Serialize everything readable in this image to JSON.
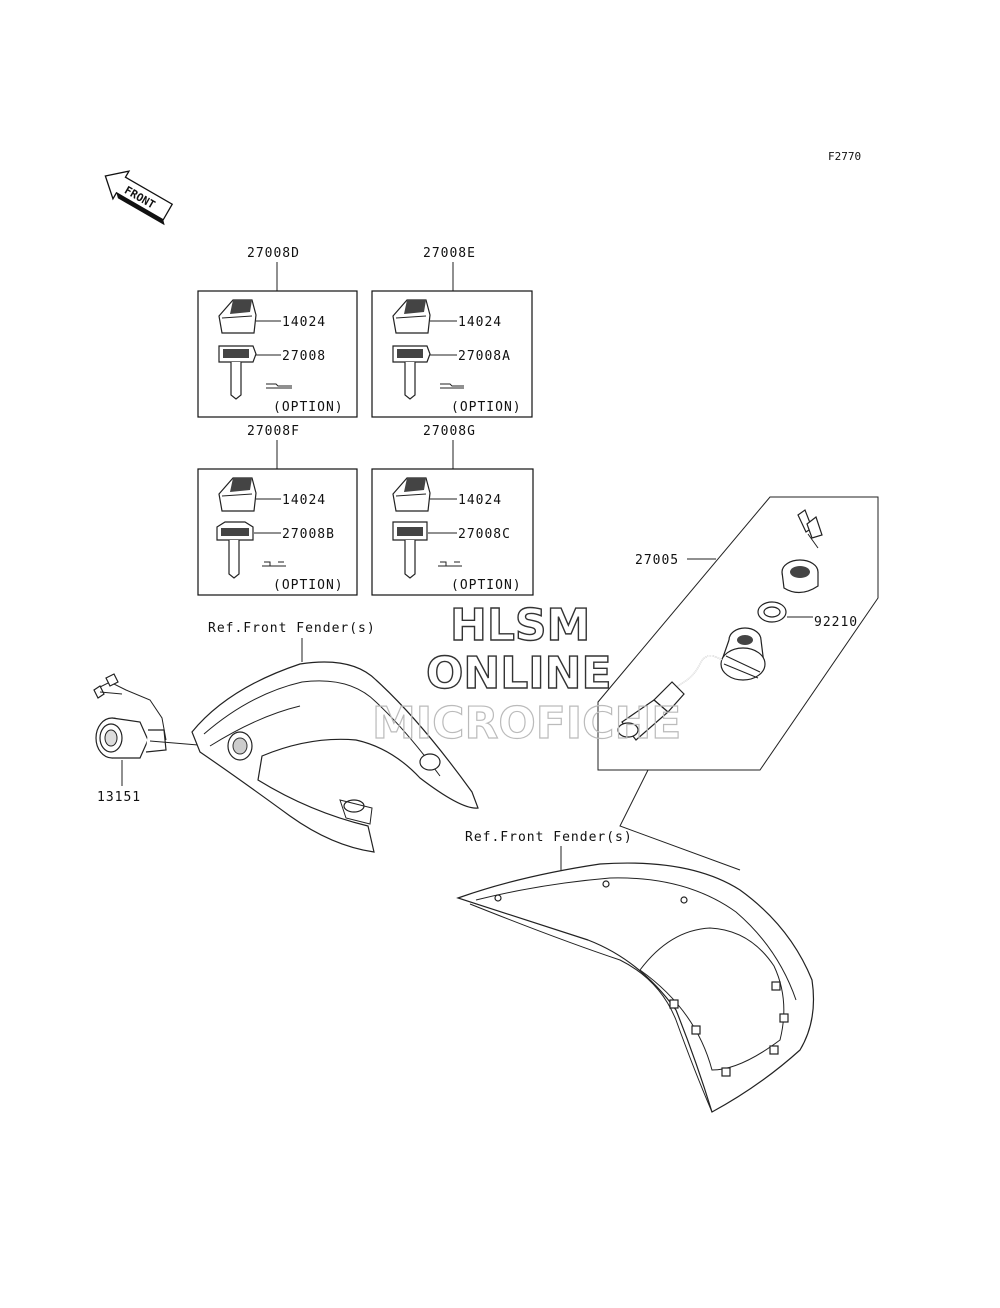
{
  "figure_code": "F2770",
  "front_arrow": "FRONT",
  "kits": [
    {
      "id": "27008D",
      "cap": "14024",
      "key": "27008",
      "option": "(OPTION)"
    },
    {
      "id": "27008E",
      "cap": "14024",
      "key": "27008A",
      "option": "(OPTION)"
    },
    {
      "id": "27008F",
      "cap": "14024",
      "key": "27008B",
      "option": "(OPTION)"
    },
    {
      "id": "27008G",
      "cap": "14024",
      "key": "27008C",
      "option": "(OPTION)"
    }
  ],
  "switch_assembly": {
    "id": "27005",
    "nut": "92210"
  },
  "left_part": "13151",
  "fender_refs": [
    "Ref.Front Fender(s)",
    "Ref.Front Fender(s)"
  ],
  "watermark": [
    "HLSM",
    "ONLINE",
    "MICROFICHE"
  ]
}
